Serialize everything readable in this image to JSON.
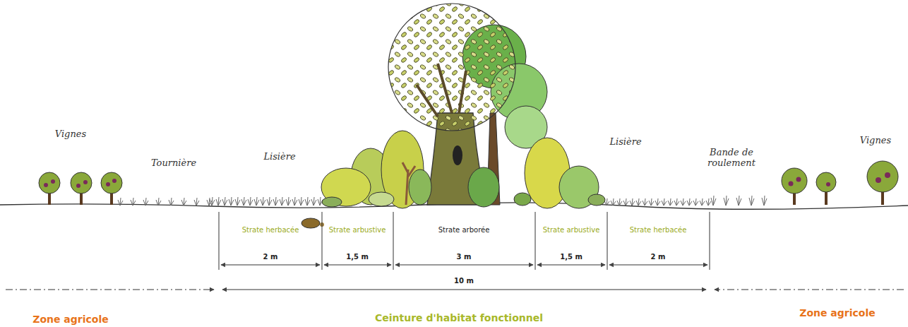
{
  "diagram": {
    "labels": [
      "Vignes",
      "Tournière",
      "Lisière",
      "Lisière",
      "Bande de roulement",
      "Vignes",
      "Strate herbacée",
      "Strate arbustive",
      "Strate arborée",
      "Strate arbustive",
      "Strate herbacée",
      "2 m",
      "1,5 m",
      "3 m",
      "1,5 m",
      "2 m",
      "10 m",
      "Zone agricole",
      "Ceinture d'habitat fonctionnel",
      "Zone agricole"
    ]
  }
}
